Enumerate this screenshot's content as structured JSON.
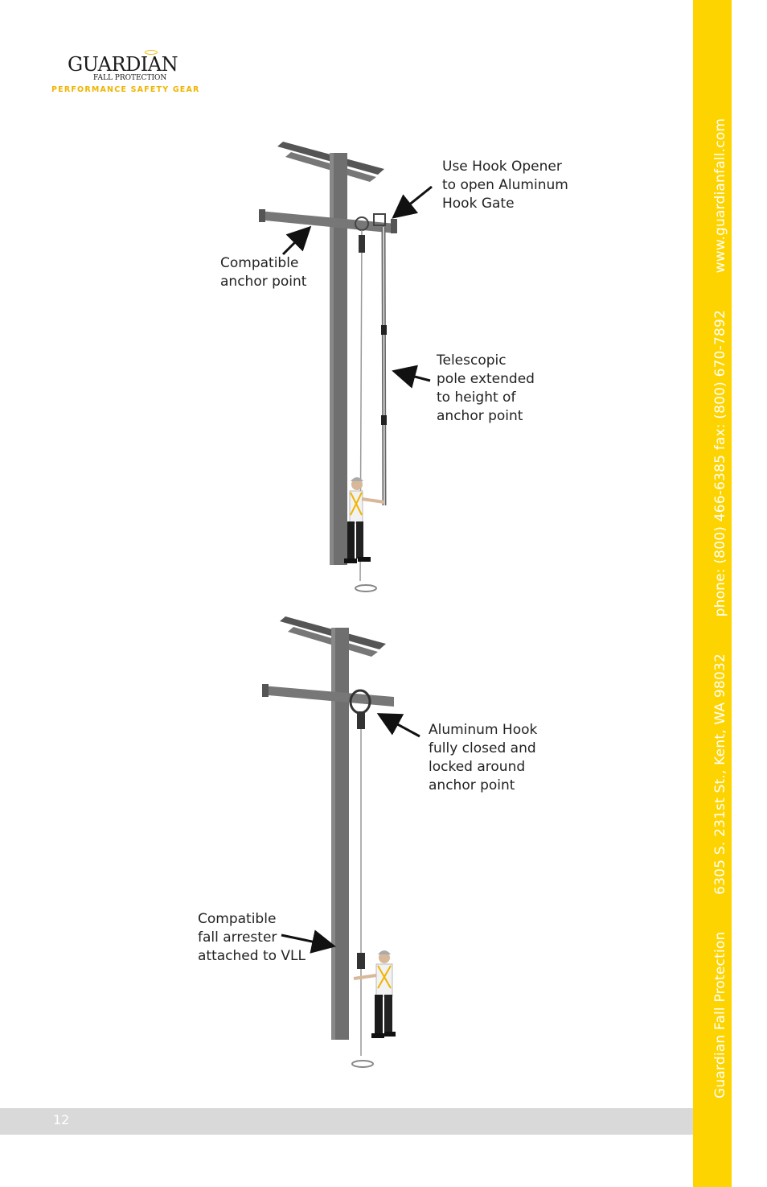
{
  "logo": {
    "name": "GUARDIAN",
    "subtitle": "FALL PROTECTION",
    "tagline": "PERFORMANCE SAFETY GEAR"
  },
  "figure1": {
    "label_hook_opener": "Use Hook Opener\nto open Aluminum\nHook Gate",
    "label_anchor_point": "Compatible\nanchor point",
    "label_telescopic": "Telescopic\npole extended\nto height of\nanchor point"
  },
  "figure2": {
    "label_hook_closed": "Aluminum Hook\nfully closed and\nlocked around\nanchor point",
    "label_fall_arrester": "Compatible\nfall arrester\nattached to VLL"
  },
  "sidebar": {
    "company": "Guardian Fall Protection",
    "address": "6305 S. 231st St., Kent, WA 98032",
    "phone": "phone: (800) 466-6385  fax: (800) 670-7892",
    "website": "www.guardianfall.com"
  },
  "footer": {
    "page_number": "12"
  },
  "colors": {
    "sidebar": "#fdd400",
    "footer_bar": "#d9d9d9",
    "pole": "#6f6f6f",
    "accent": "#f0b400"
  }
}
